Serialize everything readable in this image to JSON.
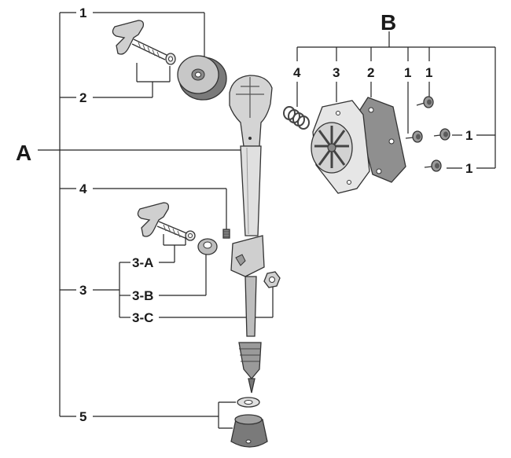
{
  "assembly_a": {
    "label": "A",
    "callouts": {
      "c1": "1",
      "c2": "2",
      "c3": "3",
      "c3a": "3-A",
      "c3b": "3-B",
      "c3c": "3-C",
      "c4": "4",
      "c5": "5"
    }
  },
  "assembly_b": {
    "label": "B",
    "callouts": {
      "top4": "4",
      "top3": "3",
      "top2": "2",
      "top1a": "1",
      "top1b": "1",
      "right1a": "1",
      "right1b": "1"
    }
  },
  "colors": {
    "ink": "#1a1a1a",
    "part_light": "#d9d9d9",
    "part_mid": "#9a9a9a",
    "part_dark": "#5a5a5a"
  }
}
